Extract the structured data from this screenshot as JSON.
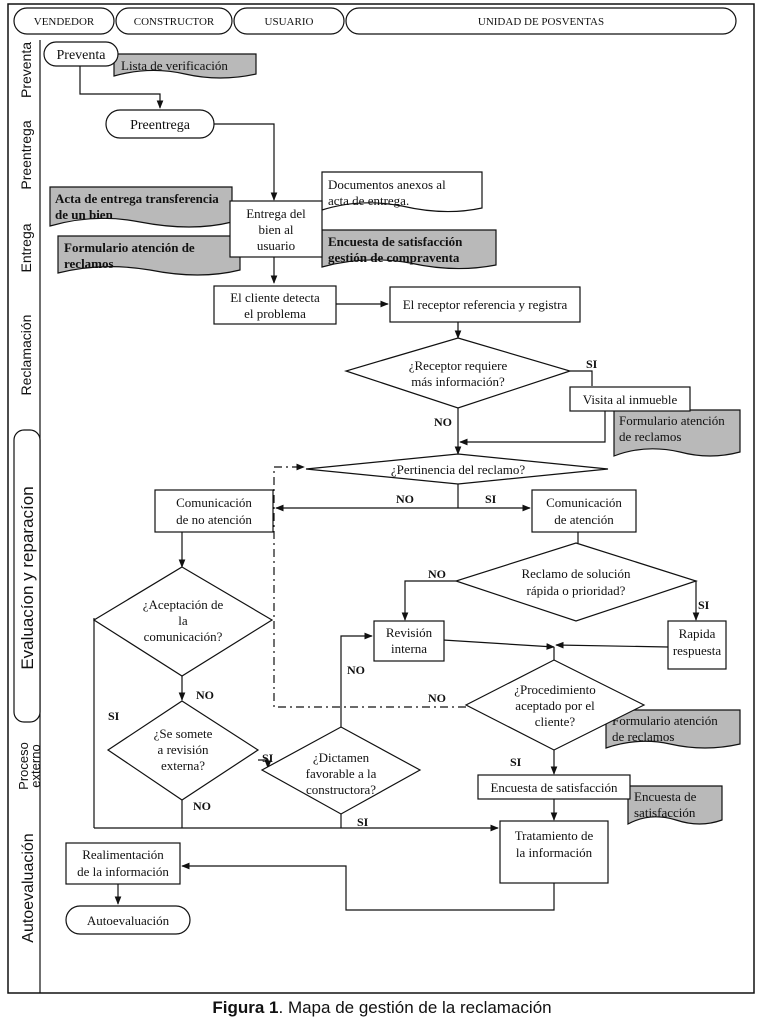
{
  "swimlanes": [
    "VENDEDOR",
    "CONSTRUCTOR",
    "USUARIO",
    "UNIDAD DE POSVENTAS"
  ],
  "phases": {
    "preventa": "Preventa",
    "preentrega": "Preentrega",
    "entrega": "Entrega",
    "reclamacion": "Reclamación",
    "evaluacion": "Evaluacíon y reparacíon",
    "proceso_externo": [
      "Proceso",
      "externo"
    ],
    "autoevaluacion": "Autoevaluación"
  },
  "nodes": {
    "preventa": "Preventa",
    "lista_verificacion": "Lista de verificación",
    "preentrega": "Preentrega",
    "acta_entrega": [
      "Acta de entrega transferencia",
      "de un bien"
    ],
    "entrega_bien": [
      "Entrega del",
      "bien al",
      "usuario"
    ],
    "documentos_anexos": [
      "Documentos anexos al",
      "acta de entrega."
    ],
    "formulario_reclamos_1": [
      "Formulario atención de",
      "reclamos"
    ],
    "encuesta_compraventa": [
      "Encuesta de satisfacción",
      "gestión de compraventa"
    ],
    "cliente_detecta": [
      "El cliente detecta",
      "el problema"
    ],
    "receptor_registra": "El receptor referencia y registra",
    "receptor_requiere": [
      "¿Receptor requiere",
      "más información?"
    ],
    "visita_inmueble": "Visita al inmueble",
    "formulario_reclamos_2": [
      "Formulario atención",
      "de reclamos"
    ],
    "pertinencia": "¿Pertinencia del reclamo?",
    "comunicacion_no_atencion": [
      "Comunicación",
      "de no atención"
    ],
    "comunicacion_atencion": [
      "Comunicación",
      "de atención"
    ],
    "reclamo_solucion": [
      "Reclamo de solución",
      "rápida o prioridad?"
    ],
    "aceptacion_comunicacion": [
      "¿Aceptación de",
      "la",
      "comunicación?"
    ],
    "revision_interna": [
      "Revisión",
      "interna"
    ],
    "rapida_respuesta": [
      "Rapida",
      "respuesta"
    ],
    "procedimiento_aceptado": [
      "¿Procedimiento",
      "aceptado por el",
      "cliente?"
    ],
    "formulario_reclamos_3": [
      "Formulario atención",
      "de reclamos"
    ],
    "se_somete": [
      "¿Se somete",
      "a revisión",
      "externa?"
    ],
    "dictamen": [
      "¿Dictamen",
      "favorable a la",
      "constructora?"
    ],
    "encuesta_satisfaccion": "Encuesta de satisfacción",
    "encuesta_doc": [
      "Encuesta de",
      "satisfacción"
    ],
    "realimentacion": [
      "Realimentación",
      "de la información"
    ],
    "tratamiento": [
      "Tratamiento de",
      "la información"
    ],
    "autoevaluacion": "Autoevaluación"
  },
  "labels": {
    "si": "SI",
    "no": "NO"
  },
  "caption": {
    "figure": "Figura 1",
    "text": ". Mapa de gestión de la reclamación"
  },
  "colors": {
    "document_fill": "#b9b9b9",
    "line": "#111111",
    "background": "#ffffff"
  }
}
